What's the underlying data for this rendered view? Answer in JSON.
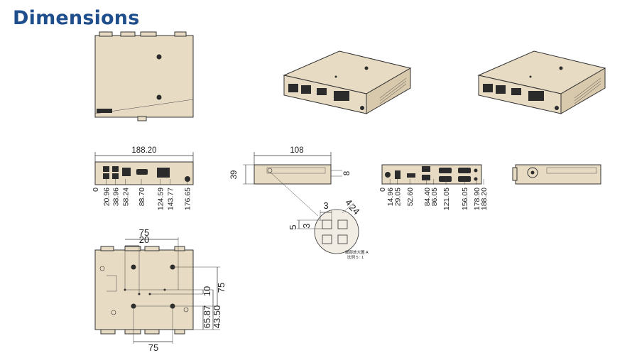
{
  "title": "Dimensions",
  "front_view": {
    "width": "188.20",
    "ticks": [
      "0",
      "20.96",
      "38.96",
      "58.24",
      "88.70",
      "124.59",
      "143.77",
      "176.65"
    ]
  },
  "side_view": {
    "length": "108",
    "height": "39",
    "depth": "8"
  },
  "rear_view": {
    "ticks": [
      "0",
      "14.96",
      "29.05",
      "52.60",
      "84.40",
      "86.05",
      "121.05",
      "156.05",
      "178.90",
      "188.20"
    ]
  },
  "detail_a": {
    "dim_3_top": "3",
    "dim_5": "5",
    "dim_3_side": "3",
    "dim_4": "4",
    "dim_24": "24",
    "caption_line1": "細部放大圖 A",
    "caption_line2": "比例 5 : 1"
  },
  "bottom_view": {
    "top_75": "75",
    "top_20": "20",
    "right_10": "10",
    "right_75": "75",
    "right_6587": "65.87",
    "right_4350": "43.50",
    "bottom_75": "75"
  }
}
